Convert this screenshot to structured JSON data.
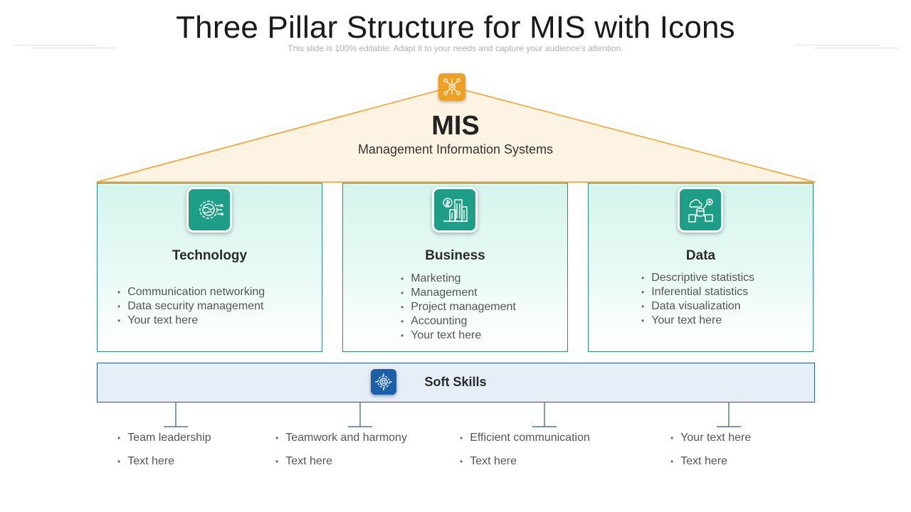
{
  "header": {
    "title": "Three Pillar Structure for MIS with Icons",
    "subtitle": "This slide is 100% editable. Adapt it to your needs and capture your audience's attention."
  },
  "roof": {
    "title": "MIS",
    "subtitle": "Management Information Systems",
    "icon": "settings-network-icon"
  },
  "pillars": [
    {
      "title": "Technology",
      "icon": "globe-gear-icon",
      "items": [
        "Communication networking",
        "Data security management",
        "Your text here"
      ]
    },
    {
      "title": "Business",
      "icon": "buildings-dollar-icon",
      "items": [
        "Marketing",
        "Management",
        "Project management",
        "Accounting",
        "Your text here"
      ]
    },
    {
      "title": "Data",
      "icon": "database-flow-icon",
      "items": [
        "Descriptive statistics",
        "Inferential statistics",
        "Data visualization",
        "Your text here"
      ]
    }
  ],
  "foundation": {
    "title": "Soft Skills",
    "icon": "brain-gear-icon",
    "columns": [
      [
        "Team leadership",
        "Text here"
      ],
      [
        "Teamwork and harmony",
        "Text here"
      ],
      [
        "Efficient communication",
        "Text here"
      ],
      [
        "Your text here",
        "Text here"
      ]
    ]
  },
  "colors": {
    "roof_fill": "#fdf3e3",
    "roof_stroke": "#f0a020",
    "pillar_icon": "#1e9e86",
    "pillar_border": "#2e8a8a",
    "foundation_fill": "#e6eef8",
    "foundation_border": "#2a5a8a",
    "foundation_icon": "#1a5fa8"
  }
}
